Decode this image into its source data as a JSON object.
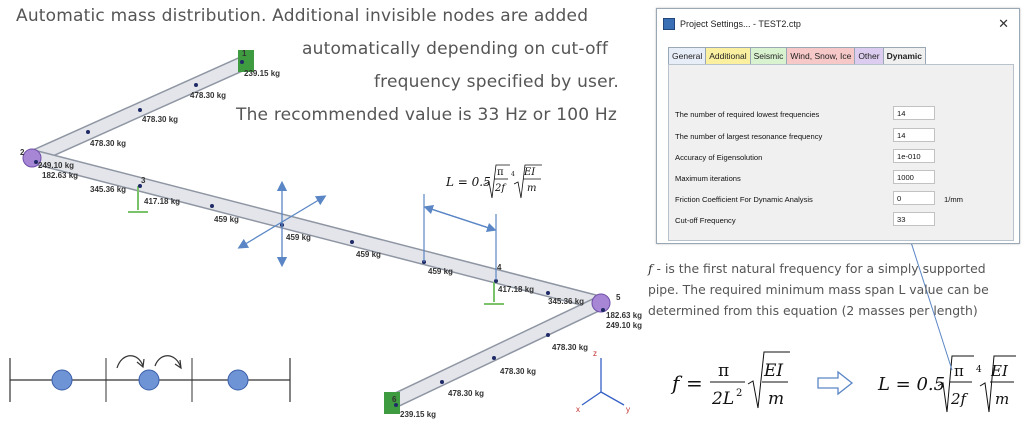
{
  "captions": {
    "line1": "Automatic mass distribution. Additional invisible nodes  are added",
    "line2": "automatically depending on cut-off",
    "line3": "frequency specified by user.",
    "line4": "The recommended value is 33 Hz or 100 Hz"
  },
  "model": {
    "node_labels": [
      "1",
      "2",
      "3",
      "4",
      "5",
      "6"
    ],
    "mass_labels": [
      "239.15 kg",
      "478.30 kg",
      "478.30 kg",
      "478.30 kg",
      "249.10 kg",
      "182.63 kg",
      "345.36 kg",
      "417.18 kg",
      "459 kg",
      "459 kg",
      "459 kg",
      "459 kg",
      "417.18 kg",
      "345.36 kg",
      "182.63 kg",
      "249.10 kg",
      "478.30 kg",
      "478.30 kg",
      "478.30 kg",
      "239.15 kg"
    ],
    "axes": {
      "z": "z",
      "x": "x",
      "y": "y"
    }
  },
  "formula_top": {
    "lhs": "L = 0.5",
    "pi": "π",
    "two_f": "2f",
    "ei": "EI",
    "m": "m",
    "root4": "4"
  },
  "dialog": {
    "title": "Project Settings... - TEST2.ctp",
    "close": "✕",
    "tabs": [
      {
        "label": "General",
        "color": "#e8eef8"
      },
      {
        "label": "Additional",
        "color": "#fbf0a0"
      },
      {
        "label": "Seismic",
        "color": "#d9f2d0"
      },
      {
        "label": "Wind, Snow, Ice",
        "color": "#f6c8c8"
      },
      {
        "label": "Other",
        "color": "#dccdf0"
      },
      {
        "label": "Dynamic",
        "color": "#f0f0f0"
      }
    ],
    "rows": [
      {
        "label": "The number of required lowest frequencies",
        "value": "14",
        "unit": ""
      },
      {
        "label": "The number of largest resonance frequency",
        "value": "14",
        "unit": ""
      },
      {
        "label": "Accuracy of Eigensolution",
        "value": "1e-010",
        "unit": ""
      },
      {
        "label": "Maximum iterations",
        "value": "1000",
        "unit": ""
      },
      {
        "label": "Friction Coefficient For Dynamic Analysis",
        "value": "0",
        "unit": "1/mm"
      },
      {
        "label": "Cut-off Frequency",
        "value": "33",
        "unit": ""
      }
    ]
  },
  "description": {
    "f_symbol": "f",
    "text": " - is the first natural frequency for a simply supported pipe. The required minimum mass span L value can be determined from this equation (2 masses per length)"
  },
  "formula_bottom": {
    "f": "f",
    "eq": "=",
    "pi": "π",
    "denom": "2L",
    "exp": "2",
    "ei": "EI",
    "m": "m",
    "lhs2": "L = 0.5",
    "pi2": "π",
    "two_f": "2f",
    "root4": "4",
    "ei2": "EI",
    "m2": "m"
  },
  "colors": {
    "pipe": "#cfd3da",
    "pipe_edge": "#8f96a3",
    "support": "#4caf50",
    "arrow": "#5a86c5",
    "mass_circle": "#6f94d6"
  }
}
